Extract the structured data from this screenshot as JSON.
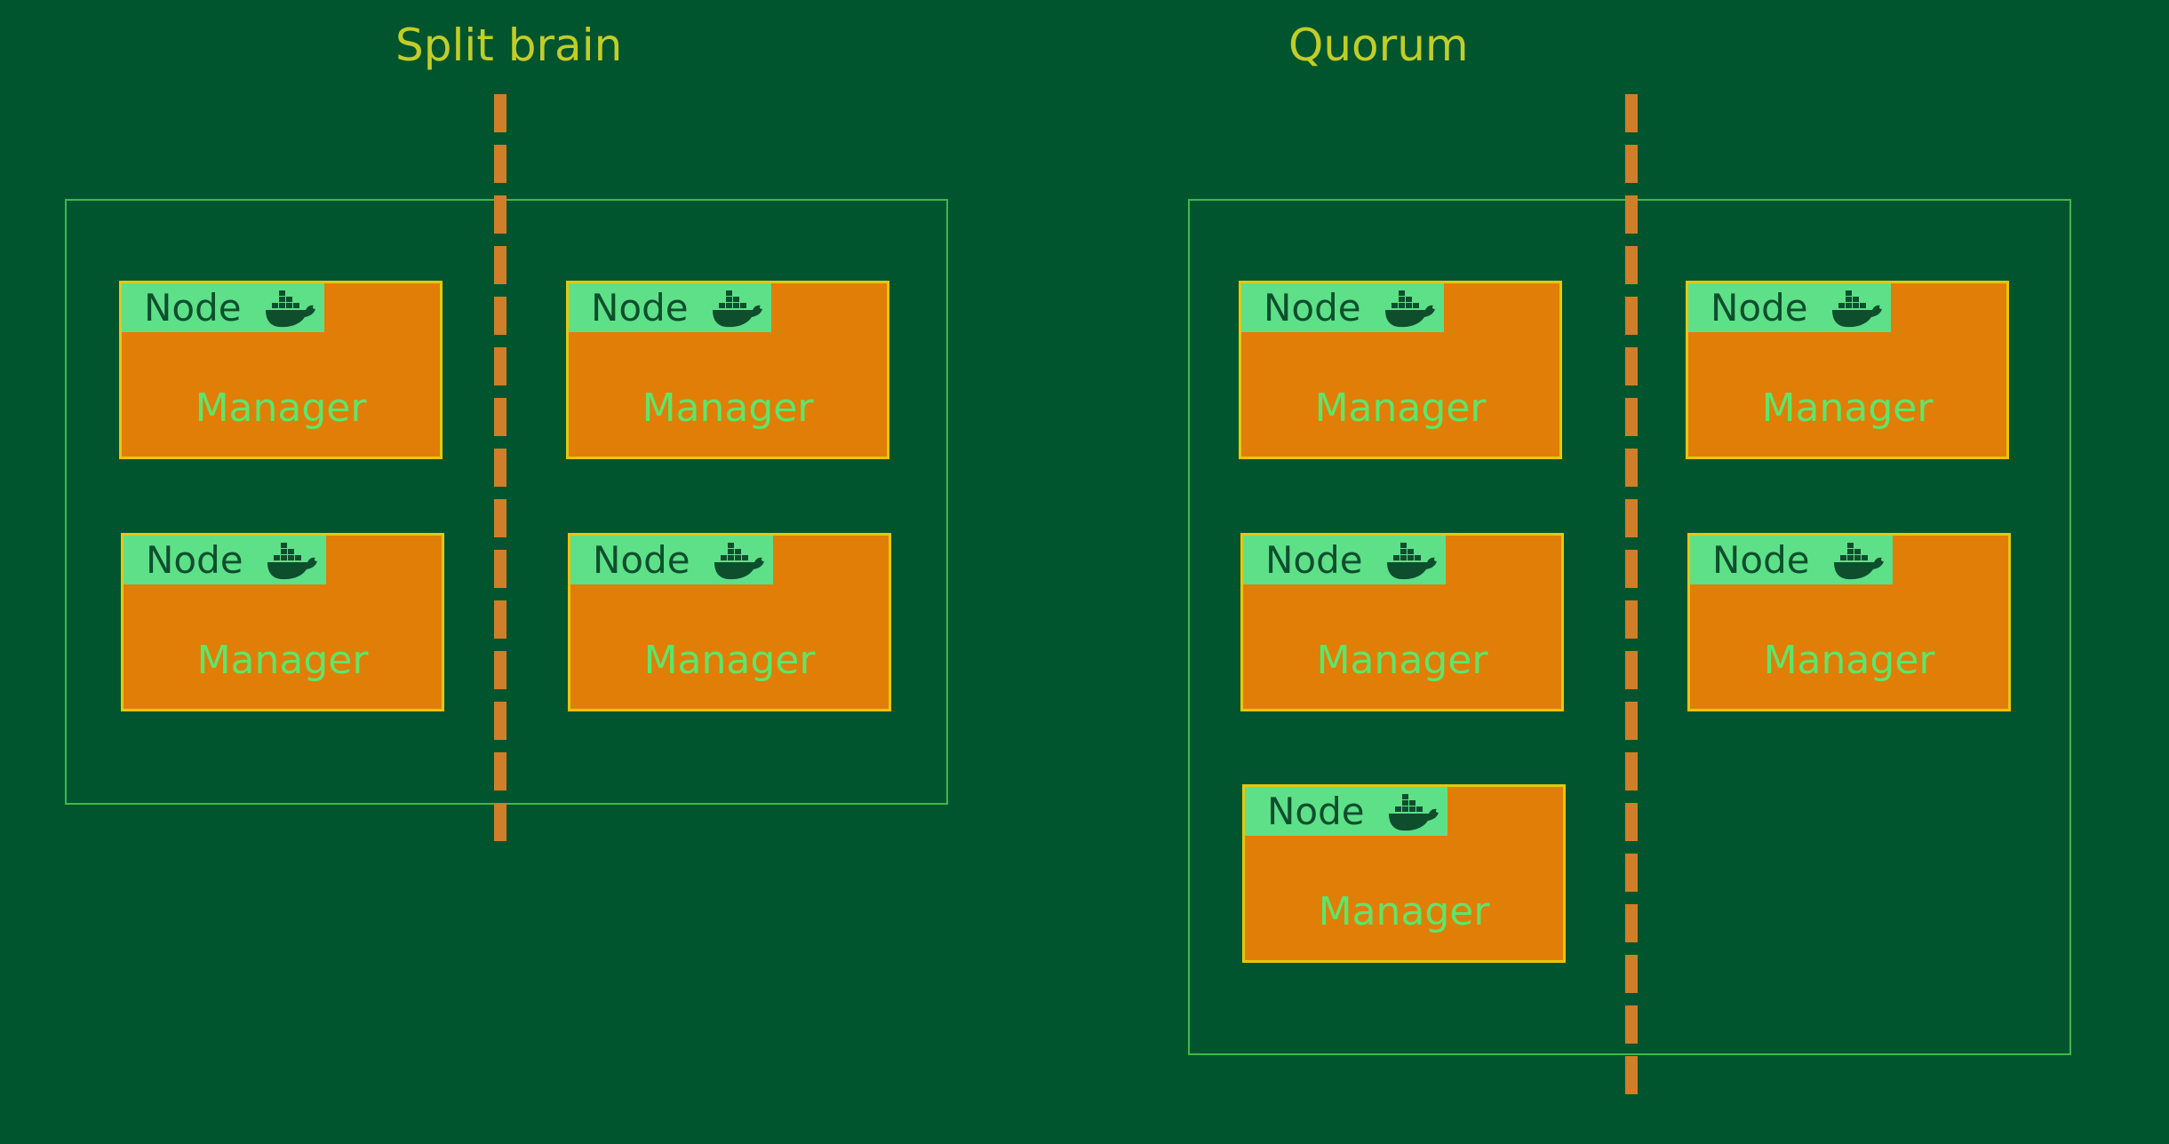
{
  "panels": [
    {
      "title": "Split brain",
      "nodes": [
        {
          "label": "Node",
          "role": "Manager"
        },
        {
          "label": "Node",
          "role": "Manager"
        },
        {
          "label": "Node",
          "role": "Manager"
        },
        {
          "label": "Node",
          "role": "Manager"
        }
      ]
    },
    {
      "title": "Quorum",
      "nodes": [
        {
          "label": "Node",
          "role": "Manager"
        },
        {
          "label": "Node",
          "role": "Manager"
        },
        {
          "label": "Node",
          "role": "Manager"
        },
        {
          "label": "Node",
          "role": "Manager"
        },
        {
          "label": "Node",
          "role": "Manager"
        }
      ]
    }
  ],
  "icons": {
    "node": "docker-whale-icon"
  },
  "colors": {
    "background": "#01552E",
    "title": "#C2CD27",
    "cluster_border": "#3FB84A",
    "partition_line": "#D07E28",
    "node_fill": "#E07E08",
    "node_border": "#E7C60D",
    "node_header": "#5EE089",
    "node_label": "#0E4E2D",
    "role_label": "#5FE56A"
  }
}
